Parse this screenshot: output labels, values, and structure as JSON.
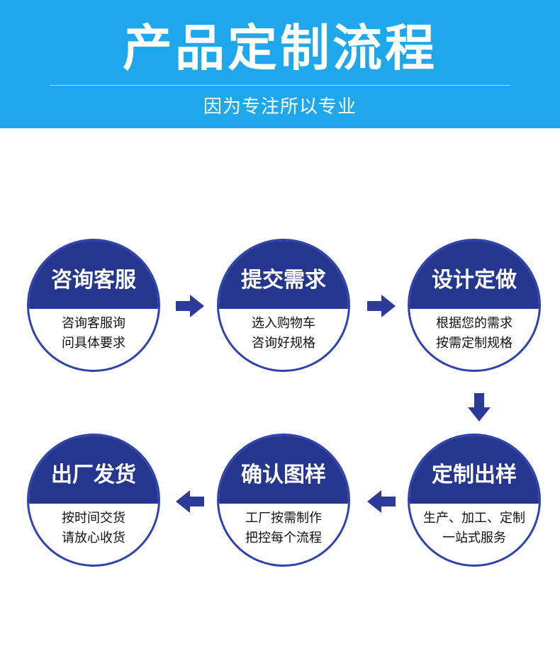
{
  "header": {
    "title": "产品定制流程",
    "subtitle": "因为专注所以专业"
  },
  "steps": [
    {
      "name": "咨询客服",
      "line1": "咨询客服询",
      "line2": "问具体要求"
    },
    {
      "name": "提交需求",
      "line1": "选入购物车",
      "line2": "咨询好规格"
    },
    {
      "name": "设计定做",
      "line1": "根据您的需求",
      "line2": "按需定制规格"
    },
    {
      "name": "定制出样",
      "line1": "生产、加工、定制",
      "line2": "一站式服务"
    },
    {
      "name": "确认图样",
      "line1": "工厂按需制作",
      "line2": "把控每个流程"
    },
    {
      "name": "出厂发货",
      "line1": "按时间交货",
      "line2": "请放心收货"
    }
  ],
  "colors": {
    "header_blue": "#1fa7ec",
    "circle_dark": "#24368e",
    "circle_border": "#2f43b0",
    "arrow": "#2c3a9a"
  }
}
